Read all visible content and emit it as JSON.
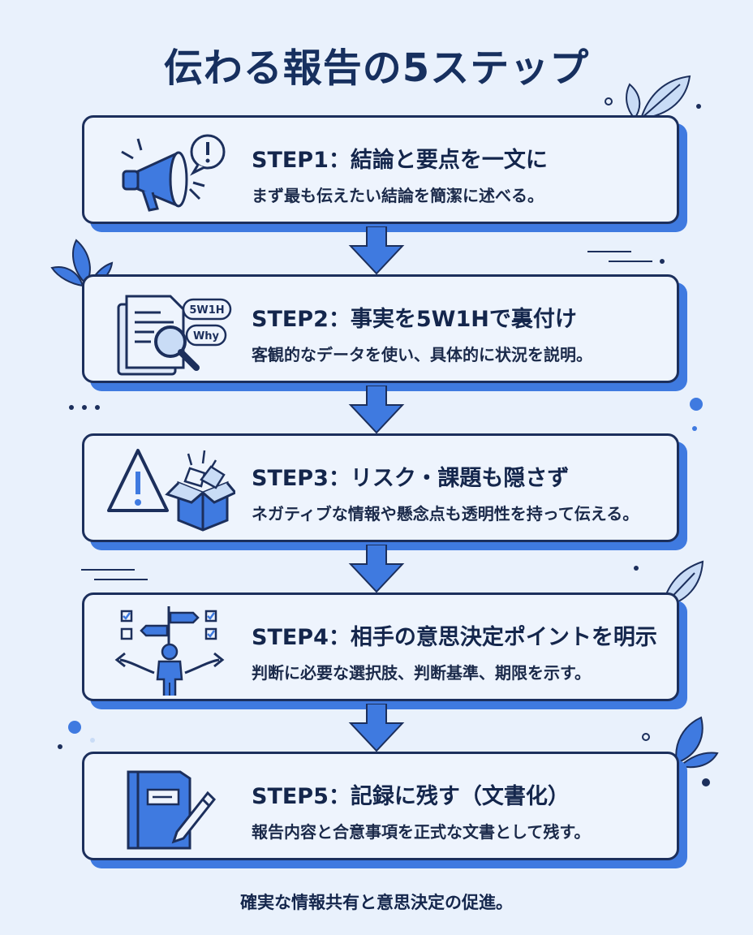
{
  "title": "伝わる報告の5ステップ",
  "steps": [
    {
      "title": "STEP1：結論と要点を一文に",
      "description": "まず最も伝えたい結論を簡潔に述べる。",
      "icon": "megaphone-icon"
    },
    {
      "title": "STEP2：事実を5W1Hで裏付け",
      "description": "客観的なデータを使い、具体的に状況を説明。",
      "icon": "document-magnifier-icon",
      "bubbles": [
        "5W1H",
        "Why"
      ]
    },
    {
      "title": "STEP3：リスク・課題も隠さず",
      "description": "ネガティブな情報や懸念点も透明性を持って伝える。",
      "icon": "warning-box-icon"
    },
    {
      "title": "STEP4：相手の意思決定ポイントを明示",
      "description": "判断に必要な選択肢、判断基準、期限を示す。",
      "icon": "decision-crossroads-icon"
    },
    {
      "title": "STEP5：記録に残す（文書化）",
      "description": "報告内容と合意事項を正式な文書として残す。",
      "icon": "notebook-pencil-icon"
    }
  ],
  "footer": "確実な情報共有と意思決定の促進。",
  "colors": {
    "background": "#e9f1fc",
    "accent": "#3f7ae0",
    "outline": "#1c2f5c",
    "title": "#17305f"
  }
}
